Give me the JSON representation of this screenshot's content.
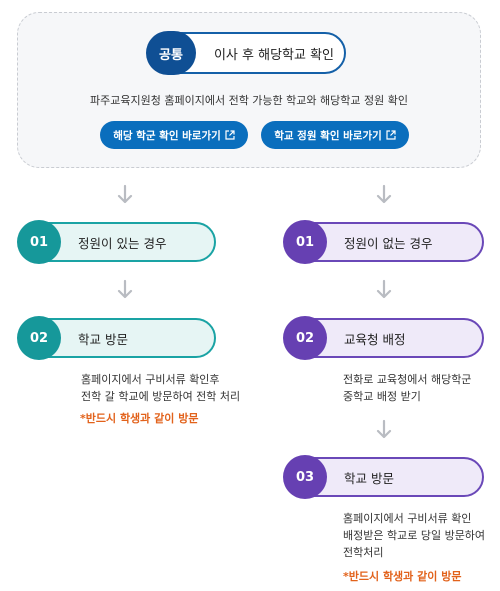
{
  "common": {
    "badge": "공통",
    "title": "이사 후 해당학교 확인",
    "description": "파주교육지원청 홈페이지에서 전학 가능한 학교와 해당학교 정원 확인",
    "button_district": "해당 학군 확인 바로가기",
    "button_quota": "학교 정원 확인 바로가기"
  },
  "left": {
    "step1": {
      "number": "01",
      "label": "정원이 있는 경우"
    },
    "step2": {
      "number": "02",
      "label": "학교 방문"
    },
    "desc_line1": "홈페이지에서 구비서류 확인후",
    "desc_line2": "전학 갈 학교에 방문하여 전학 처리",
    "note": "*반드시 학생과 같이 방문"
  },
  "right": {
    "step1": {
      "number": "01",
      "label": "정원이 없는 경우"
    },
    "step2": {
      "number": "02",
      "label": "교육청 배정"
    },
    "step2_desc_line1": "전화로 교육청에서 해당학군",
    "step2_desc_line2": "중학교 배정 받기",
    "step3": {
      "number": "03",
      "label": "학교 방문"
    },
    "step3_desc_line1": "홈페이지에서 구비서류 확인",
    "step3_desc_line2": "배정받은 학교로 당일 방문하여",
    "step3_desc_line3": "전학처리",
    "note": "*반드시 학생과 같이 방문"
  },
  "colors": {
    "common_blue": "#0f4f94",
    "link_blue": "#0a6ebd",
    "teal": "#16989a",
    "purple": "#6640b2",
    "note_orange": "#e2621b"
  }
}
